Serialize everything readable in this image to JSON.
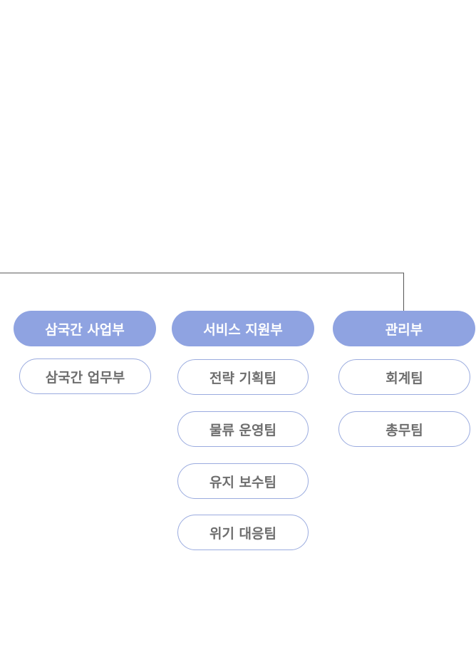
{
  "departments": [
    {
      "label": "삼국간 사업부",
      "teams": [
        "삼국간 업무부"
      ]
    },
    {
      "label": "서비스 지원부",
      "teams": [
        "전략 기획팀",
        "물류 운영팀",
        "유지 보수팀",
        "위기 대응팀"
      ]
    },
    {
      "label": "관리부",
      "teams": [
        "회계팀",
        "총무팀"
      ]
    }
  ],
  "colors": {
    "department_fill": "#8fa3e1",
    "team_border": "#9aabdf",
    "team_text": "#6e6e6e",
    "connector_line": "#555555"
  }
}
